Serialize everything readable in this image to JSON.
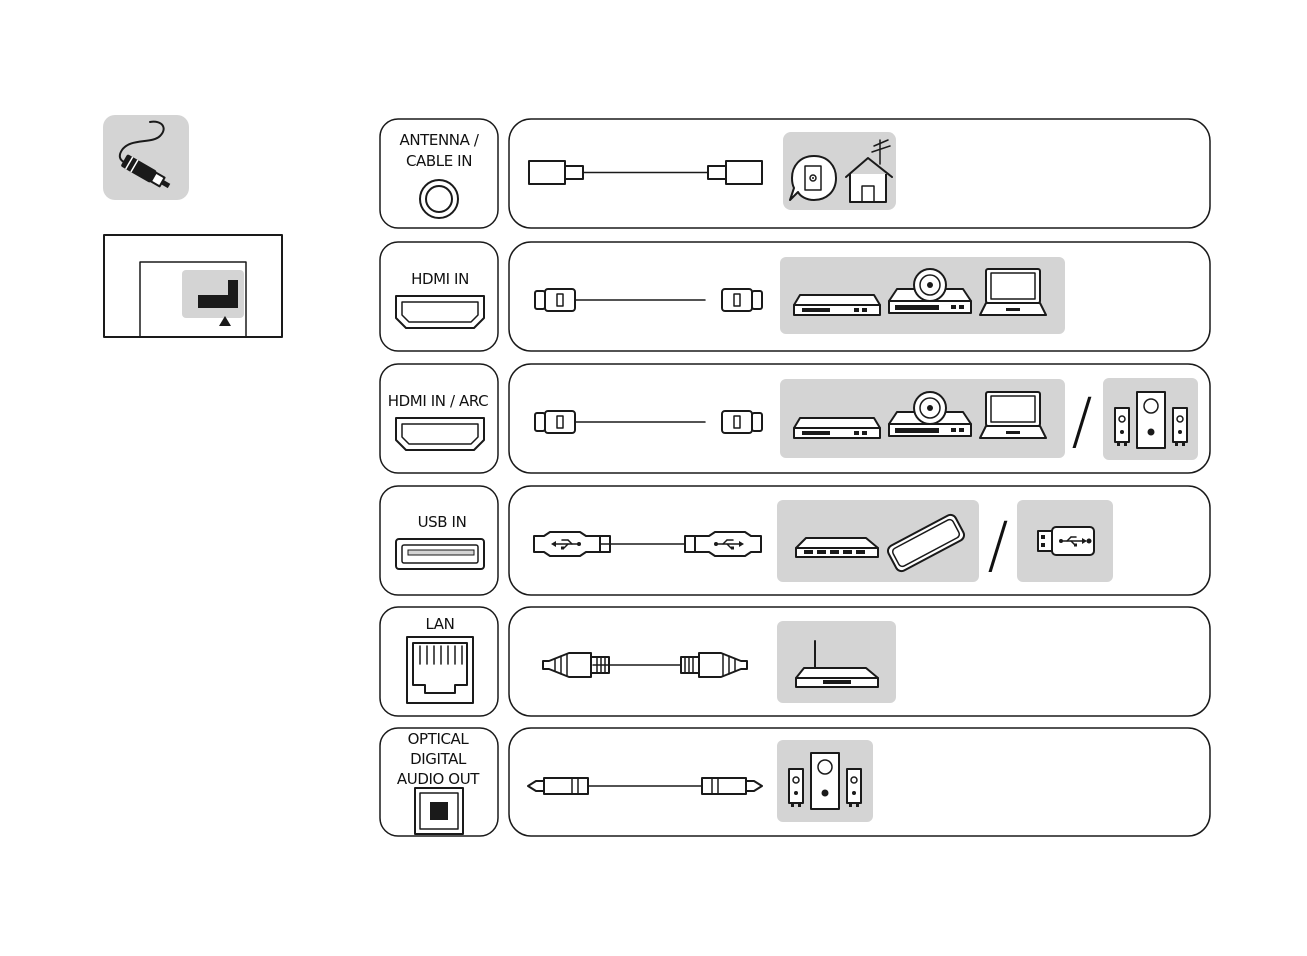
{
  "ports": [
    {
      "id": "antenna",
      "label_lines": [
        "ANTENNA /",
        "CABLE IN"
      ]
    },
    {
      "id": "hdmi",
      "label_lines": [
        "HDMI IN"
      ]
    },
    {
      "id": "hdmi-arc",
      "label_lines": [
        "HDMI IN / ARC"
      ]
    },
    {
      "id": "usb",
      "label_lines": [
        "USB IN"
      ]
    },
    {
      "id": "lan",
      "label_lines": [
        "LAN"
      ]
    },
    {
      "id": "optical",
      "label_lines": [
        "OPTICAL",
        "DIGITAL",
        "AUDIO OUT"
      ]
    }
  ],
  "separator": "/",
  "icons": {
    "antenna_port": "coaxial-port-icon",
    "antenna_cable": "coaxial-cable-icon",
    "antenna_device": "antenna-house-icon",
    "hdmi_port": "hdmi-port-icon",
    "hdmi_cable": "hdmi-cable-icon",
    "usb_port": "usb-port-icon",
    "usb_cable": "usb-cable-icon",
    "lan_port": "ethernet-port-icon",
    "lan_cable": "ethernet-cable-icon",
    "optical_port": "optical-port-icon",
    "optical_cable": "optical-cable-icon"
  },
  "colors": {
    "panel_fill": "#d4d4d4",
    "ink": "#1a1a1a",
    "background": "#ffffff"
  }
}
